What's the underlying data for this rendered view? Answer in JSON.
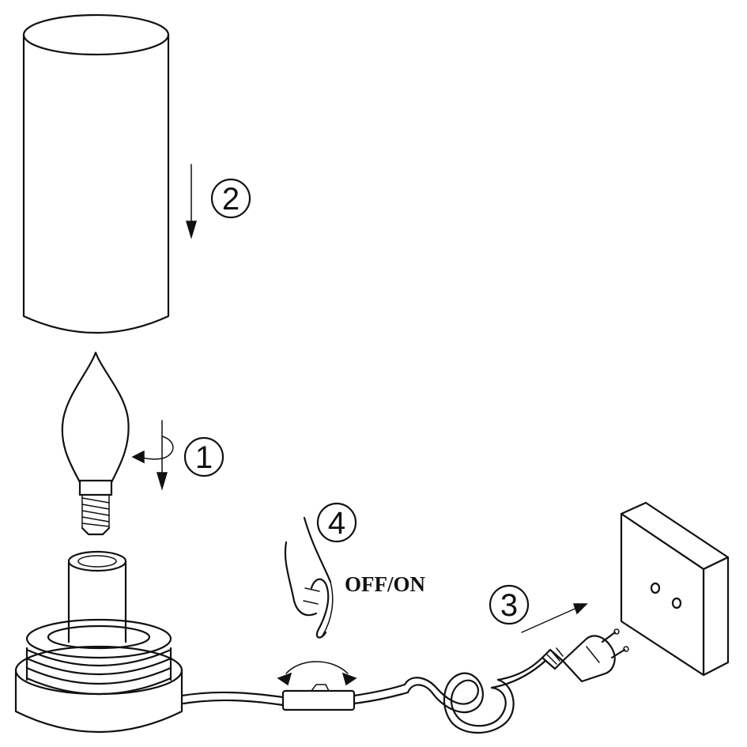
{
  "steps": [
    {
      "number": "1"
    },
    {
      "number": "2"
    },
    {
      "number": "3"
    },
    {
      "number": "4"
    }
  ],
  "switch_label": "OFF/ON",
  "ink_color": "#111111",
  "background_color": "#ffffff"
}
